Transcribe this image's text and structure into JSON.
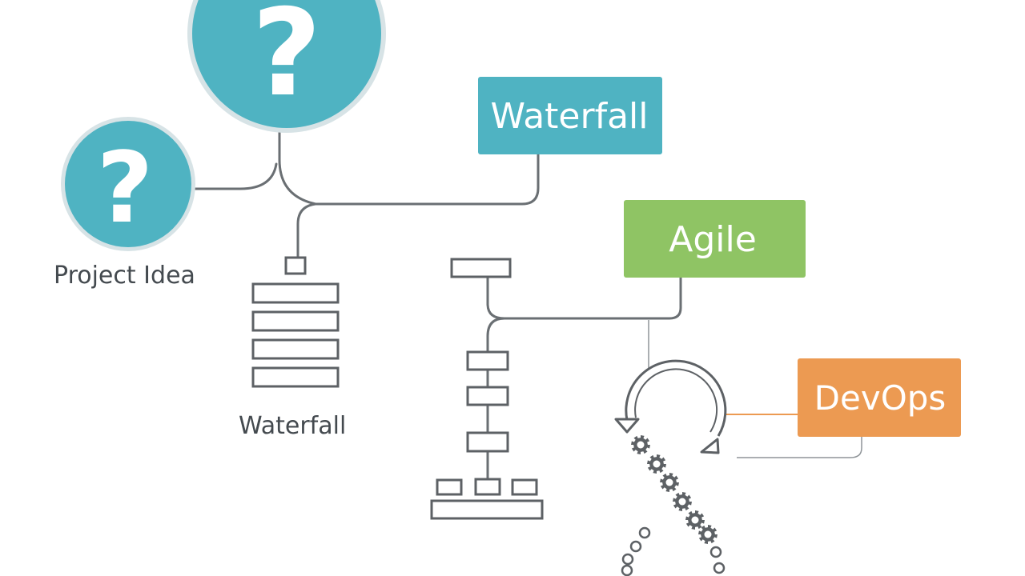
{
  "nodes": {
    "project_idea": {
      "label": "Project Idea",
      "glyph": "?"
    },
    "big_question": {
      "glyph": "?"
    },
    "waterfall_box": {
      "label": "Waterfall",
      "color": "#4fb3c2"
    },
    "agile_box": {
      "label": "Agile",
      "color": "#8fc464"
    },
    "devops_box": {
      "label": "DevOps",
      "color": "#ec9a52"
    },
    "waterfall_icon": {
      "label": "Waterfall"
    }
  },
  "colors": {
    "teal": "#4fb3c2",
    "teal_ring": "#d7e3e6",
    "line": "#6a6f73",
    "icon_stroke": "#5d6165",
    "text": "#444a4f"
  }
}
